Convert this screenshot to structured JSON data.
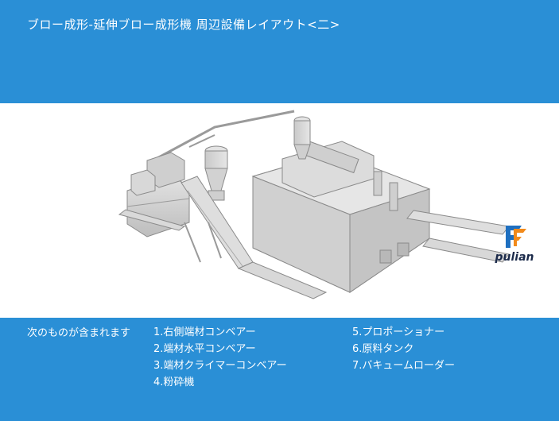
{
  "header": {
    "title": "ブロー成形-延伸ブロー成形機 周辺設備レイアウト<二>"
  },
  "brand": {
    "logo_text": "pulian",
    "accent_color": "#2a8fd6",
    "logo_colors": [
      "#1e6fc0",
      "#f28a1a",
      "#1b2a4a"
    ]
  },
  "figure": {
    "icon": "machine-layout-illustration"
  },
  "items": {
    "intro": "次のものが含まれます",
    "col1": [
      "1.右側端材コンベアー",
      "2.端材水平コンベアー",
      "3.端材クライマーコンベアー",
      "4.粉砕機"
    ],
    "col2": [
      "5.プロポーショナー",
      "6.原料タンク",
      "7.バキュームローダー"
    ]
  }
}
